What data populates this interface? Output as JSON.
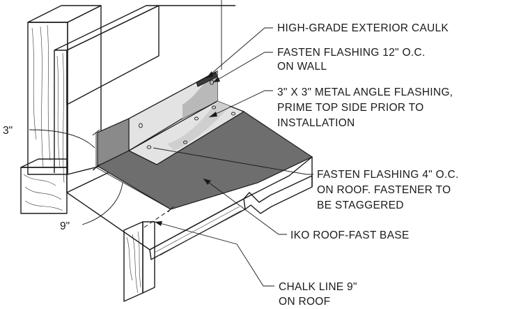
{
  "callouts": {
    "caulk": "HIGH-GRADE EXTERIOR CAULK",
    "fasten_wall_1": "FASTEN FLASHING 12\" O.C.",
    "fasten_wall_2": "ON WALL",
    "angle_1": "3\" X 3\" METAL ANGLE FLASHING,",
    "angle_2": "PRIME TOP SIDE PRIOR TO",
    "angle_3": "INSTALLATION",
    "fasten_roof_1": "FASTEN FLASHING 4\" O.C.",
    "fasten_roof_2": "ON ROOF. FASTENER TO",
    "fasten_roof_3": "BE STAGGERED",
    "base": "IKO ROOF-FAST BASE",
    "chalk_1": "CHALK LINE 9\"",
    "chalk_2": "ON ROOF"
  },
  "dimensions": {
    "vertical": "3\"",
    "horizontal": "9\""
  },
  "colors": {
    "membrane": "#6e6e6e",
    "metal_light": "#e3e3e3",
    "metal_shade": "#b9b9b9",
    "caulk": "#3a3a3a"
  }
}
